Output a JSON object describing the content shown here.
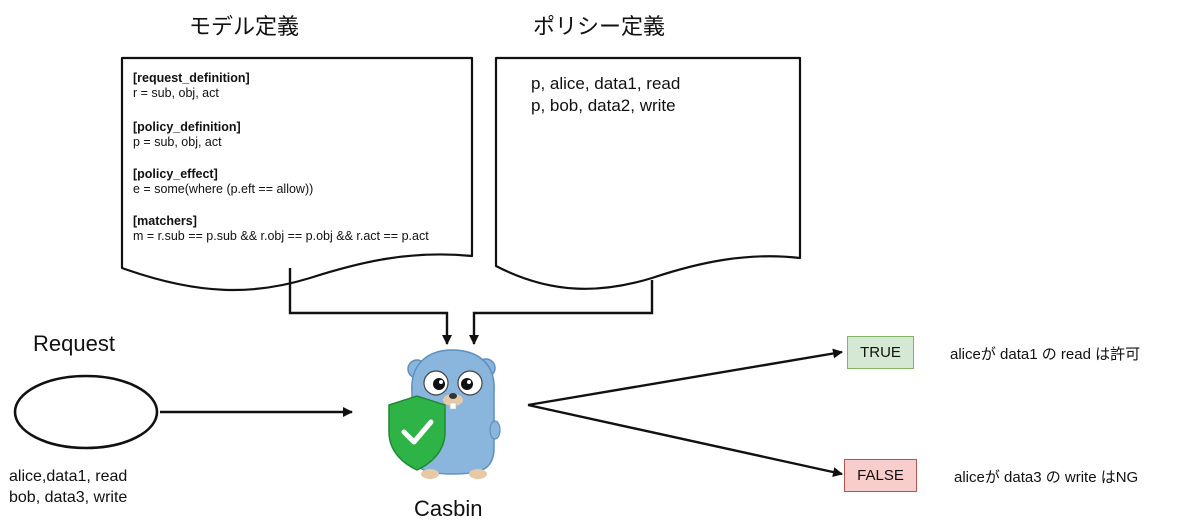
{
  "headings": {
    "model": "モデル定義",
    "policy": "ポリシー定義"
  },
  "model_doc": [
    {
      "section": "[request_definition]",
      "value": "r = sub, obj, act"
    },
    {
      "section": "[policy_definition]",
      "value": "p = sub, obj, act"
    },
    {
      "section": "[policy_effect]",
      "value": "e = some(where (p.eft == allow))"
    },
    {
      "section": "[matchers]",
      "value": "m = r.sub == p.sub && r.obj == p.obj && r.act == p.act"
    }
  ],
  "policy_doc": [
    "p, alice, data1, read",
    "p, bob, data2, write"
  ],
  "request": {
    "title": "Request",
    "lines": [
      "alice,data1, read",
      "bob, data3, write"
    ]
  },
  "casbin": {
    "label": "Casbin",
    "mascot": "gopher-shield-icon"
  },
  "results": {
    "true_label": "TRUE",
    "true_text": "aliceが data1 の read は許可",
    "false_label": "FALSE",
    "false_text": "aliceが data3 の write はNG"
  },
  "colors": {
    "true_fill": "#d5e8d4",
    "true_border": "#82b366",
    "false_fill": "#f8cecc",
    "false_border": "#b85450",
    "gopher_body": "#8ab6dd",
    "shield": "#2eb347"
  }
}
